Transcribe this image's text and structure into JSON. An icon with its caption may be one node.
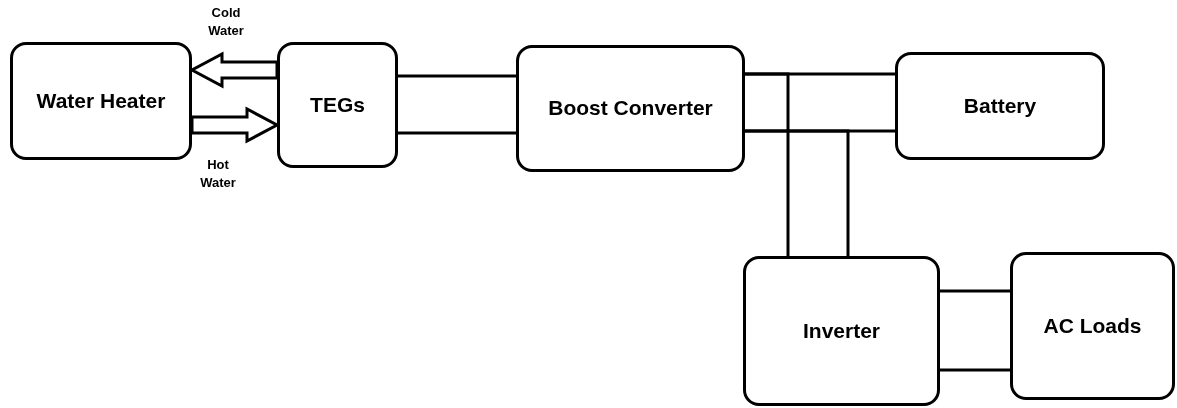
{
  "diagram": {
    "nodes": [
      {
        "text": [
          "Water Heater"
        ]
      },
      {
        "text": [
          "TEGs"
        ]
      },
      {
        "text": [
          "Boost Converter"
        ]
      },
      {
        "text": [
          "Battery"
        ]
      },
      {
        "text": [
          "Inverter"
        ]
      },
      {
        "text": [
          "AC Loads"
        ]
      }
    ],
    "edges": [
      {
        "from": 1,
        "to": 0,
        "arrow": "to",
        "label": "Cold Water",
        "style": "thick"
      },
      {
        "from": 0,
        "to": 1,
        "arrow": "to",
        "label": "Hot Water",
        "style": "thick"
      },
      {
        "from": 1,
        "to": 2,
        "arrow": "none"
      },
      {
        "from": 1,
        "to": 2,
        "arrow": "none"
      },
      {
        "from": 2,
        "to": 3,
        "arrow": "none"
      },
      {
        "from": 2,
        "to": 3,
        "arrow": "none"
      },
      {
        "from": 2,
        "to": 4,
        "arrow": "none"
      },
      {
        "from": 2,
        "to": 4,
        "arrow": "none"
      },
      {
        "from": 4,
        "to": 5,
        "arrow": "none"
      },
      {
        "from": 4,
        "to": 5,
        "arrow": "none"
      }
    ]
  }
}
